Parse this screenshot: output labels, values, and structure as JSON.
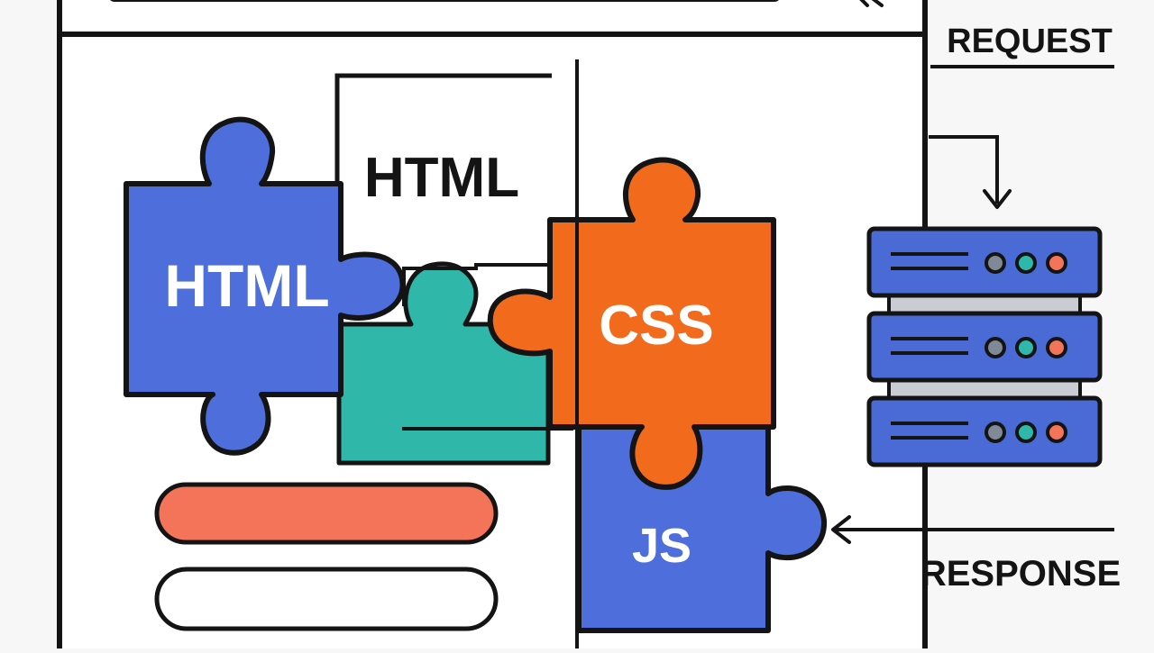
{
  "diagram": {
    "labels": {
      "request": "REQUEST",
      "response": "RESPONSE",
      "html_card": "HTML",
      "html_piece": "HTML",
      "css_piece": "CSS",
      "js_piece": "JS"
    },
    "icons": {
      "window": "browser-window",
      "server": "server-stack-icon",
      "close": "close-icon"
    },
    "colors": {
      "outline": "#141414",
      "blue": "#4d6edb",
      "orange": "#f26a1b",
      "teal": "#2fb8aa",
      "coral": "#f4745a",
      "server_blue": "#4a6ad6",
      "dot_grey": "#7f8a96",
      "dot_teal": "#2fb8aa",
      "dot_red": "#f4745a",
      "text_white": "#ffffff",
      "text_black": "#141414"
    }
  }
}
